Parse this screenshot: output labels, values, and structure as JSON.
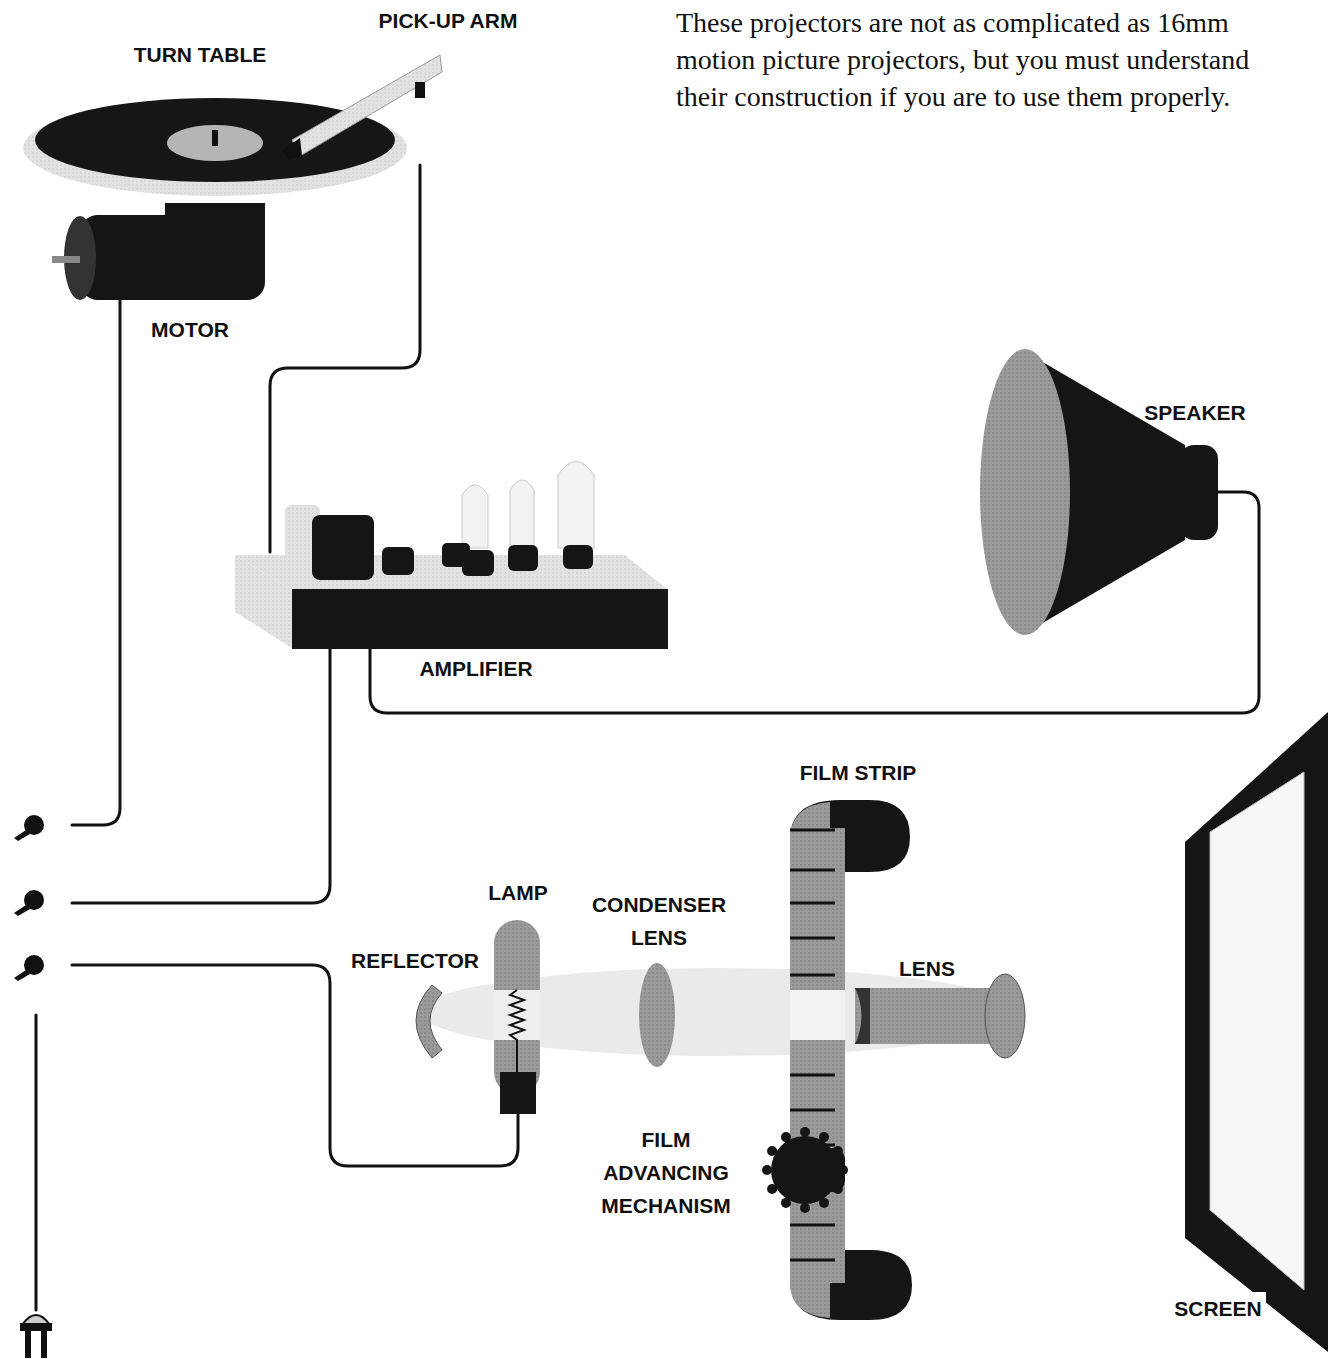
{
  "diagram": {
    "labels": [
      "These projectors are not as complicated as 16mm motion picture projectors, but you must understand their construction if you are to use them properly.",
      "TURN TABLE",
      "PICK-UP ARM",
      "MOTOR",
      "SPEAKER",
      "AMPLIFIER",
      "FILM STRIP",
      "LAMP",
      "CONDENSER LENS",
      "REFLECTOR",
      "LENS",
      "FILM ADVANCING MECHANISM",
      "SCREEN"
    ]
  }
}
